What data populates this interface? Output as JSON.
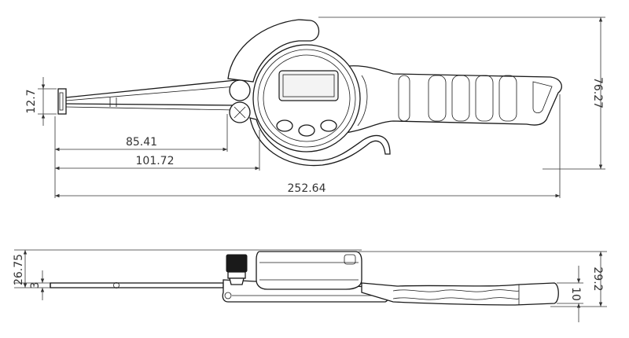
{
  "dimensions": {
    "top_view": {
      "jaw_height": "12.7",
      "jaw_to_pivot": "85.41",
      "jaw_to_dial": "101.72",
      "overall_length": "252.64",
      "overall_height": "76.27"
    },
    "side_view": {
      "body_height": "26.75",
      "jaw_thickness": "3",
      "total_height": "29.2",
      "handle_thickness": "10"
    }
  },
  "colors": {
    "line": "#1a1a1a",
    "dimension": "#333333",
    "background": "#ffffff"
  }
}
